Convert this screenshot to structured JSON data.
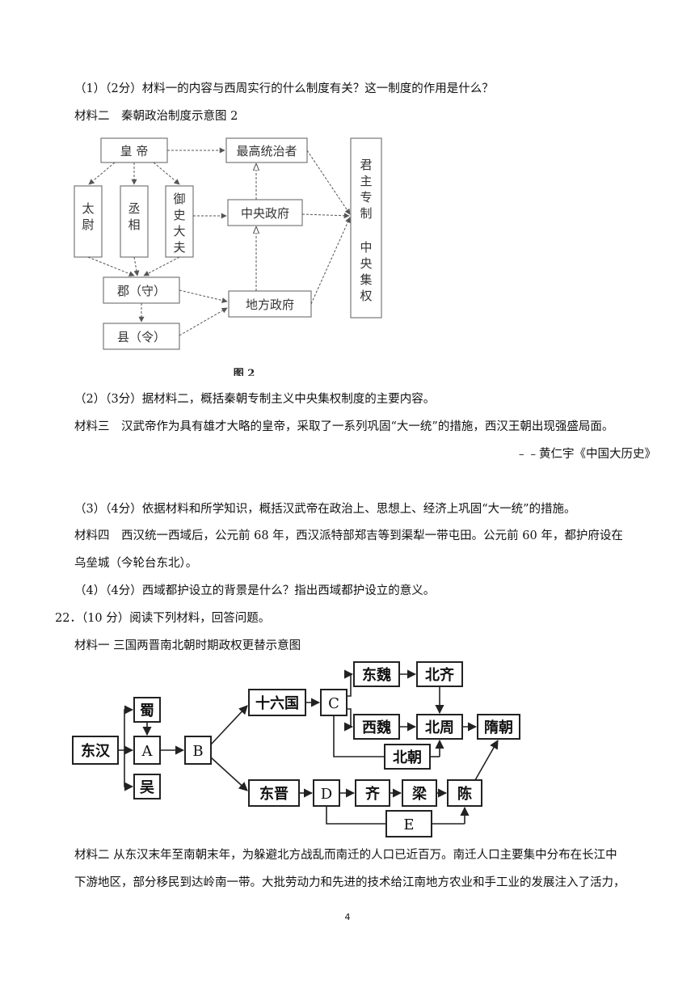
{
  "q1": "（1）（2分）材料一的内容与西周实行的什么制度有关？这一制度的作用是什么？",
  "m2_title": "材料二　秦朝政治制度示意图 2",
  "fig2": {
    "emperor": "皇 帝",
    "supreme": "最高统治者",
    "taiwei": [
      "太",
      "尉"
    ],
    "chengxiang": [
      "丞",
      "相"
    ],
    "yushi": [
      "御",
      "史",
      "大",
      "夫"
    ],
    "central": "中央政府",
    "jun": "郡（守）",
    "local": "地方政府",
    "xian": "县（令）",
    "side": [
      "君",
      "主",
      "专",
      "制",
      "中",
      "央",
      "集",
      "权"
    ],
    "caption": "图 2"
  },
  "q2": "（2）（3分）据材料二，概括秦朝专制主义中央集权制度的主要内容。",
  "m3": "材料三　汉武帝作为具有雄才大略的皇帝，采取了一系列巩固“大一统”的措施，西汉王朝出现强盛局面。",
  "m3_source": "﹣﹣黄仁宇《中国大历史》",
  "q3": "（3）（4分）依据材料和所学知识，概括汉武帝在政治上、思想上、经济上巩固“大一统”的措施。",
  "m4_l1": "材料四　西汉统一西域后，公元前 68 年，西汉派特部郑吉等到渠犁一带屯田。公元前 60 年，都护府设在",
  "m4_l2": "乌垒城（今轮台东北）。",
  "q4": "（4）（4分）西域都护设立的背景是什么？指出西域都护设立的意义。",
  "q22": "22．（10 分）阅读下列材料，回答问题。",
  "m1b_title": "材料一  三国两晋南北朝时期政权更替示意图",
  "fig3": {
    "donghan": "东汉",
    "shu": "蜀",
    "a": "A",
    "wu": "吴",
    "b": "B",
    "shiliuguo": "十六国",
    "c": "C",
    "dongwei": "东魏",
    "beiqi": "北齐",
    "xiwei": "西魏",
    "beizhou": "北周",
    "suichao": "隋朝",
    "beichao": "北朝",
    "dongjin": "东晋",
    "d": "D",
    "qi": "齐",
    "liang": "梁",
    "chen": "陈",
    "e": "E"
  },
  "m2b_l1": "材料二  从东汉末年至南朝末年，为躲避北方战乱而南迁的人口已近百万。南迁人口主要集中分布在长江中",
  "m2b_l2": "下游地区，部分移民到达岭南一带。大批劳动力和先进的技术给江南地方农业和手工业的发展注入了活力，",
  "page_number": "4"
}
